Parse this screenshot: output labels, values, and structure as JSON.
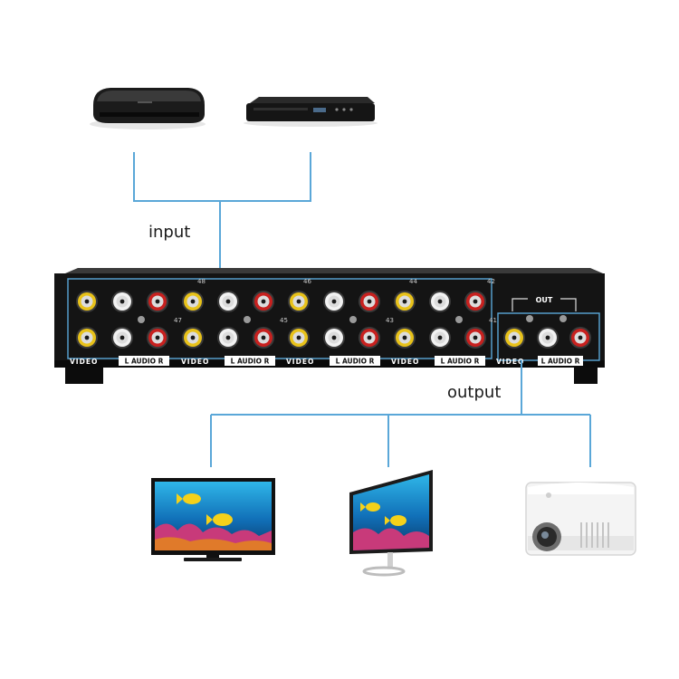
{
  "labels": {
    "input": "input",
    "output": "output"
  },
  "switcher": {
    "video_label": "VIDEO",
    "audio_label": "L AUDIO R",
    "out_label": "OUT",
    "channel_numbers_top": [
      "48",
      "46",
      "44",
      "42"
    ],
    "channel_numbers_bottom": [
      "47",
      "45",
      "43",
      "41"
    ]
  },
  "colors": {
    "connector_line": "#5aa7d8",
    "device_body": "#111111",
    "rca_yellow": "#e8c21a",
    "rca_white": "#f2f2f2",
    "rca_red": "#c8211f"
  },
  "icons": {
    "input_devices": [
      "set-top-box-icon",
      "dvd-player-icon"
    ],
    "output_devices": [
      "tv-icon",
      "monitor-icon",
      "projector-icon"
    ]
  }
}
